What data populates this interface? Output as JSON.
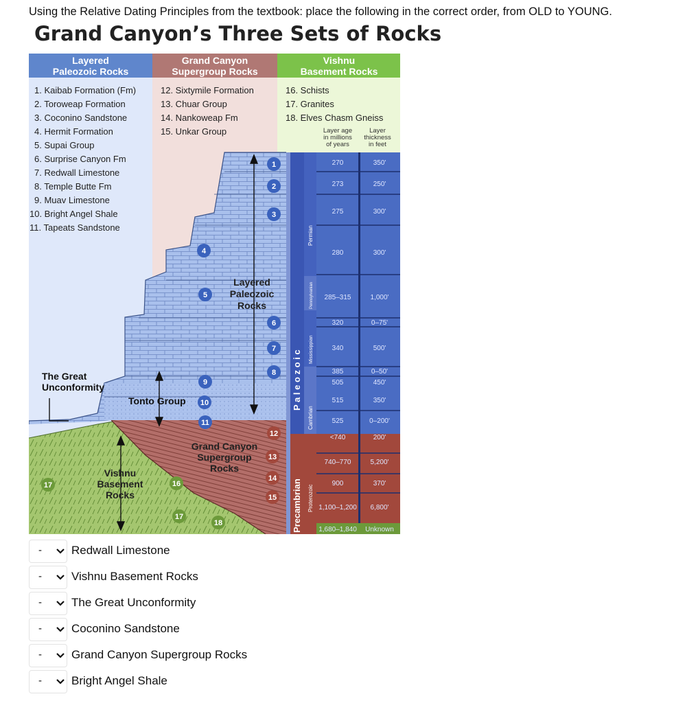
{
  "instruction": "Using the Relative Dating Principles from the textbook: place the following in the correct order, from OLD to YOUNG.",
  "figure": {
    "title": "Grand Canyon’s Three Sets of Rocks",
    "columns": [
      {
        "lines": [
          "Layered",
          "Paleozoic Rocks"
        ],
        "color": "#5f86cc",
        "items": [
          "1. Kaibab Formation (Fm)",
          "2. Toroweap Formation",
          "3. Coconino Sandstone",
          "4. Hermit Formation",
          "5. Supai Group",
          "6. Surprise Canyon Fm",
          "7. Redwall Limestone",
          "8. Temple Butte Fm",
          "9. Muav Limestone",
          "10. Bright Angel Shale",
          "11. Tapeats Sandstone"
        ]
      },
      {
        "lines": [
          "Grand Canyon",
          "Supergroup Rocks"
        ],
        "color": "#b07874",
        "items": [
          "12. Sixtymile Formation",
          "13. Chuar Group",
          "14. Nankoweap Fm",
          "15. Unkar Group"
        ]
      },
      {
        "lines": [
          "Vishnu",
          "Basement Rocks"
        ],
        "color": "#7cc24a",
        "items": [
          "16. Schists",
          "17. Granites",
          "18. Elves Chasm Gneiss"
        ]
      }
    ],
    "age_header": [
      "Layer age",
      "in millions",
      "of years"
    ],
    "thickness_header": [
      "Layer",
      "thickness",
      "in feet"
    ],
    "layers": [
      {
        "age": "270",
        "thickness": "350'"
      },
      {
        "age": "273",
        "thickness": "250'"
      },
      {
        "age": "275",
        "thickness": "300'"
      },
      {
        "age": "280",
        "thickness": "300'"
      },
      {
        "age": "285–315",
        "thickness": "1,000'"
      },
      {
        "age": "320",
        "thickness": "0–75'"
      },
      {
        "age": "340",
        "thickness": "500'"
      },
      {
        "age": "385",
        "thickness": "0–50'"
      },
      {
        "age": "505",
        "thickness": "450'"
      },
      {
        "age": "515",
        "thickness": "350'"
      },
      {
        "age": "525",
        "thickness": "0–200'"
      },
      {
        "age": "<740",
        "thickness": "200'"
      },
      {
        "age": "740–770",
        "thickness": "5,200'"
      },
      {
        "age": "900",
        "thickness": "370'"
      },
      {
        "age": "1,100–1,200",
        "thickness": "6,800'"
      },
      {
        "age": "1,680–1,840",
        "thickness": "Unknown"
      }
    ],
    "eras": {
      "paleozoic": "P a l e o z o i c",
      "precambrian": "Precambrian"
    },
    "periods": {
      "permian": "Permian",
      "pennsylvanian": "Pennsylvanian",
      "mississippian": "Mississippian",
      "cambrian": "Cambrian",
      "proterozoic": "Proterozoic"
    },
    "labels": {
      "layered": [
        "Layered",
        "Paleozoic",
        "Rocks"
      ],
      "unconformity": [
        "The Great",
        "Unconformity"
      ],
      "tonto": "Tonto Group",
      "supergroup": [
        "Grand Canyon",
        "Supergroup",
        "Rocks"
      ],
      "vishnu": [
        "Vishnu",
        "Basement",
        "Rocks"
      ]
    },
    "numbers": [
      "1",
      "2",
      "3",
      "4",
      "5",
      "6",
      "7",
      "8",
      "9",
      "10",
      "11",
      "12",
      "13",
      "14",
      "15",
      "16",
      "17",
      "18"
    ],
    "colors": {
      "paleozoic": "#a9c0ec",
      "supergroup": "#b36e69",
      "basement": "#a4c66f",
      "badge_blue": "#3a62bd",
      "badge_red": "#a2483c",
      "badge_green": "#6c9a3a"
    }
  },
  "answers": [
    {
      "selected": "-",
      "label": "Redwall Limestone"
    },
    {
      "selected": "-",
      "label": "Vishnu Basement Rocks"
    },
    {
      "selected": "-",
      "label": "The Great Unconformity"
    },
    {
      "selected": "-",
      "label": "Coconino Sandstone"
    },
    {
      "selected": "-",
      "label": "Grand Canyon Supergroup Rocks"
    },
    {
      "selected": "-",
      "label": "Bright Angel Shale"
    }
  ]
}
